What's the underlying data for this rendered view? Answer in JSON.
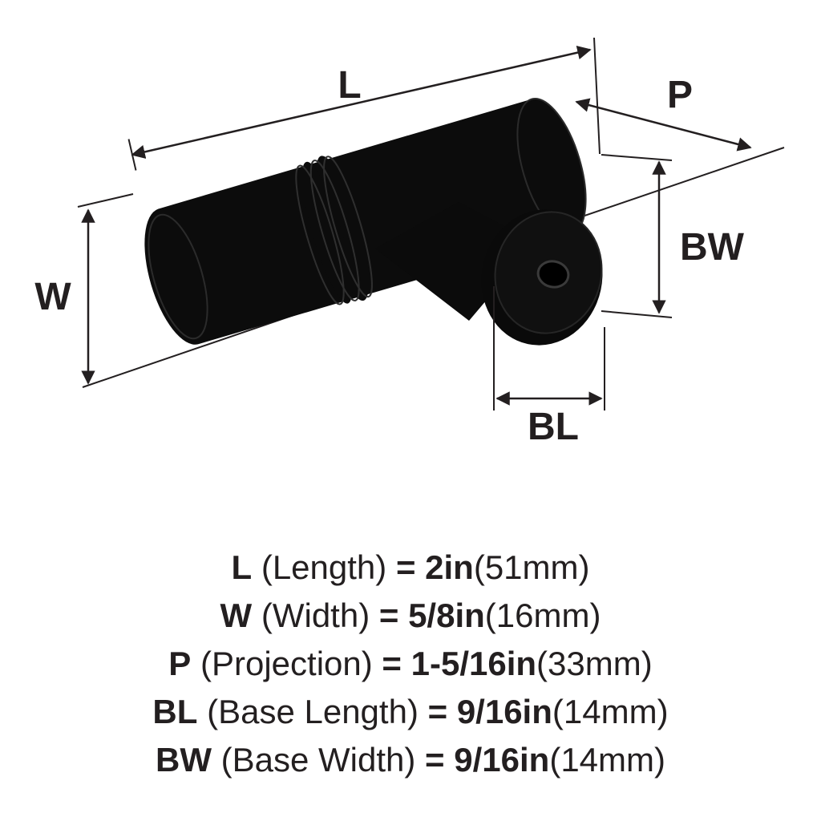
{
  "figure": {
    "description": "T-bar cabinet knob dimension diagram, matte black knob",
    "labels": {
      "L": "L",
      "P": "P",
      "W": "W",
      "BW": "BW",
      "BL": "BL"
    }
  },
  "specs": [
    {
      "code": "L",
      "name": "(Length)",
      "equals": "=",
      "value": "2in",
      "metric": "(51mm)"
    },
    {
      "code": "W",
      "name": "(Width)",
      "equals": "=",
      "value": "5/8in",
      "metric": "(16mm)"
    },
    {
      "code": "P",
      "name": "(Projection)",
      "equals": "=",
      "value": "1-5/16in",
      "metric": "(33mm)"
    },
    {
      "code": "BL",
      "name": "(Base Length)",
      "equals": "=",
      "value": "9/16in",
      "metric": "(14mm)"
    },
    {
      "code": "BW",
      "name": "(Base Width)",
      "equals": "=",
      "value": "9/16in",
      "metric": "(14mm)"
    }
  ],
  "colors": {
    "ink": "#231f20",
    "knob": "#0c0c0c",
    "background": "#ffffff"
  }
}
